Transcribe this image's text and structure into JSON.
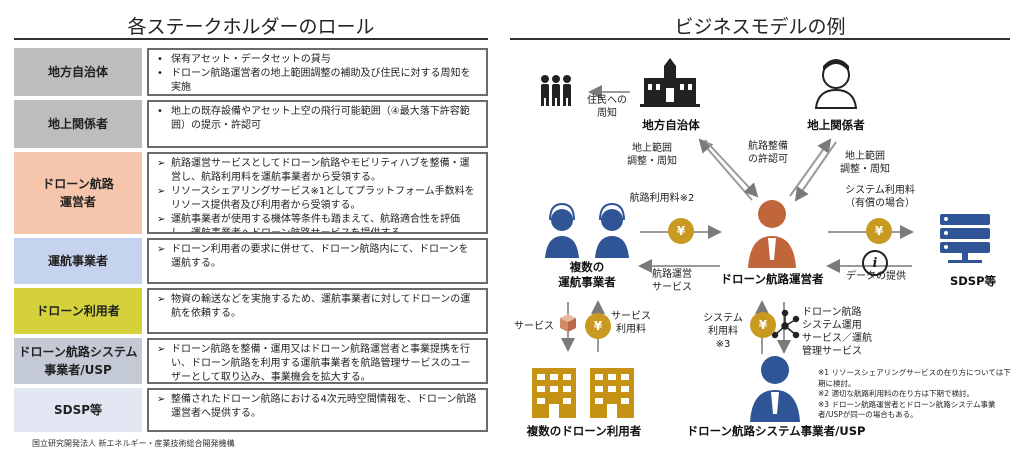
{
  "left_title": "各ステークホルダーのロール",
  "right_title": "ビジネスモデルの例",
  "footer": "国立研究開発法人 新エネルギー・産業技術総合開発機構",
  "roles": [
    {
      "label": "地方自治体",
      "color": "#bdbdbd",
      "mark": "•",
      "items": [
        "保有アセット・データセットの貸与",
        "ドローン航路運営者の地上範囲調整の補助及び住民に対する周知を実施"
      ]
    },
    {
      "label": "地上関係者",
      "color": "#bdbdbd",
      "mark": "•",
      "items": [
        "地上の既存設備やアセット上空の飛行可能範囲（④最大落下許容範囲）の提示・許認可"
      ]
    },
    {
      "label": "ドローン航路\n運営者",
      "color": "#f5c6ab",
      "mark": "➢",
      "items": [
        "航路運営サービスとしてドローン航路やモビリティハブを整備・運営し、航路利用料を運航事業者から受領する。",
        "リソースシェアリングサービス※1としてプラットフォーム手数料をリソース提供者及び利用者から受領する。",
        "運航事業者が使用する機体等条件も踏まえて、航路適合性を評価し、運航事業者へドローン航路サービスを提供する。"
      ]
    },
    {
      "label": "運航事業者",
      "color": "#c5d3ef",
      "mark": "➢",
      "items": [
        "ドローン利用者の要求に併せて、ドローン航路内にて、ドローンを運航する。"
      ]
    },
    {
      "label": "ドローン利用者",
      "color": "#d4d13a",
      "mark": "➢",
      "items": [
        "物資の輸送などを実施するため、運航事業者に対してドローンの運航を依頼する。"
      ]
    },
    {
      "label": "ドローン航路システム\n事業者/USP",
      "color": "#c3cad6",
      "mark": "➢",
      "items": [
        "ドローン航路を整備・運用又はドローン航路運営者と事業提携を行い、ドローン航路を利用する運航事業者を航路管理サービスのユーザーとして取り込み、事業機会を拡大する。"
      ]
    },
    {
      "label": "SDSP等",
      "color": "#e3e7f4",
      "mark": "➢",
      "items": [
        "整備されたドローン航路における4次元時空間情報を、ドローン航路運営者へ提供する。"
      ]
    }
  ],
  "diagram": {
    "nodes": {
      "local_gov": "地方自治体",
      "ground": "地上関係者",
      "operator_main": "ドローン航路運営者",
      "flight_ops": "複数の\n運航事業者",
      "users": "複数のドローン利用者",
      "system": "ドローン航路システム事業者/USP",
      "sdsp": "SDSP等"
    },
    "labels": {
      "residents": "住民への\n周知",
      "adjust_left": "地上範囲\n調整・周知",
      "route_permit": "航路整備\nの許認可",
      "adjust_right": "地上範囲\n調整・周知",
      "route_fee": "航路利用料※2",
      "sys_fee_paid": "システム利用料\n（有償の場合）",
      "route_service": "航路運営\nサービス",
      "data_provide": "データの提供",
      "service": "サービス",
      "service_fee": "サービス\n利用料",
      "sys_fee3": "システム\n利用料\n※3",
      "sys_service": "ドローン航路\nシステム運用\nサービス／運航\n管理サービス"
    },
    "coin_symbol": "¥",
    "info_symbol": "i",
    "notes": [
      "※1 リソースシェアリングサービスの在り方については下期に検討。",
      "※2 適切な航路利用料の在り方は下期で検討。",
      "※3 ドローン航路運営者とドローン航路システム事業者/USPが同一の場合もある。"
    ]
  }
}
